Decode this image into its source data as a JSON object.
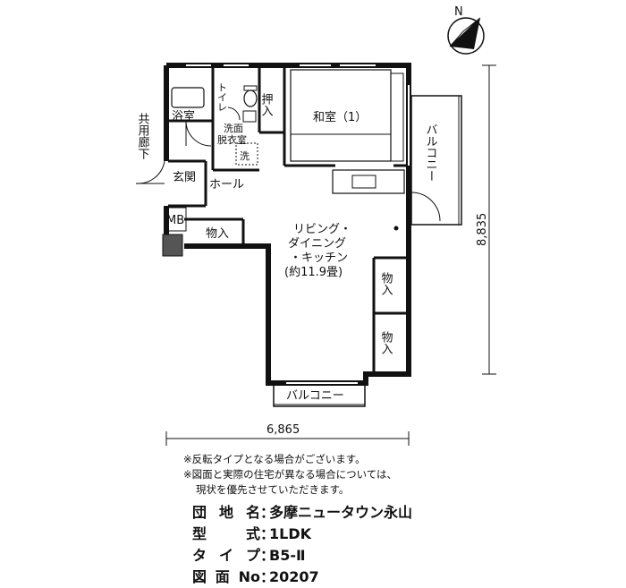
{
  "compass_label": "N",
  "rooms": {
    "bath": "浴室",
    "toilet": "トイレ",
    "washroom": "洗面\n脱衣室",
    "washer": "洗",
    "closet_top": "押入",
    "washitsu": "和室（1）",
    "balcony_right": "バルコニー",
    "corridor": "共用廊下",
    "genkan": "玄関",
    "hall": "ホール",
    "mb": "MB",
    "storage_left": "物入",
    "ldk_line1": "リビング・",
    "ldk_line2": "ダイニング",
    "ldk_line3": "・キッチン",
    "ldk_area": "(約11.9畳)",
    "storage_r1": "物入",
    "storage_r2": "物入",
    "balcony_bottom": "バルコニー"
  },
  "dimensions": {
    "width": "6,865",
    "height": "8,835"
  },
  "notes": [
    "※反転タイプとなる場合がございます。",
    "※図面と実際の住宅が異なる場合については、",
    "現状を優先させていただきます。"
  ],
  "info": [
    {
      "key": "団地名",
      "value": "多摩ニュータウン永山"
    },
    {
      "key": "型　式",
      "value": "1LDK"
    },
    {
      "key": "タイプ",
      "value": "B5-Ⅱ"
    },
    {
      "key": "図面No",
      "value": "20207"
    }
  ]
}
